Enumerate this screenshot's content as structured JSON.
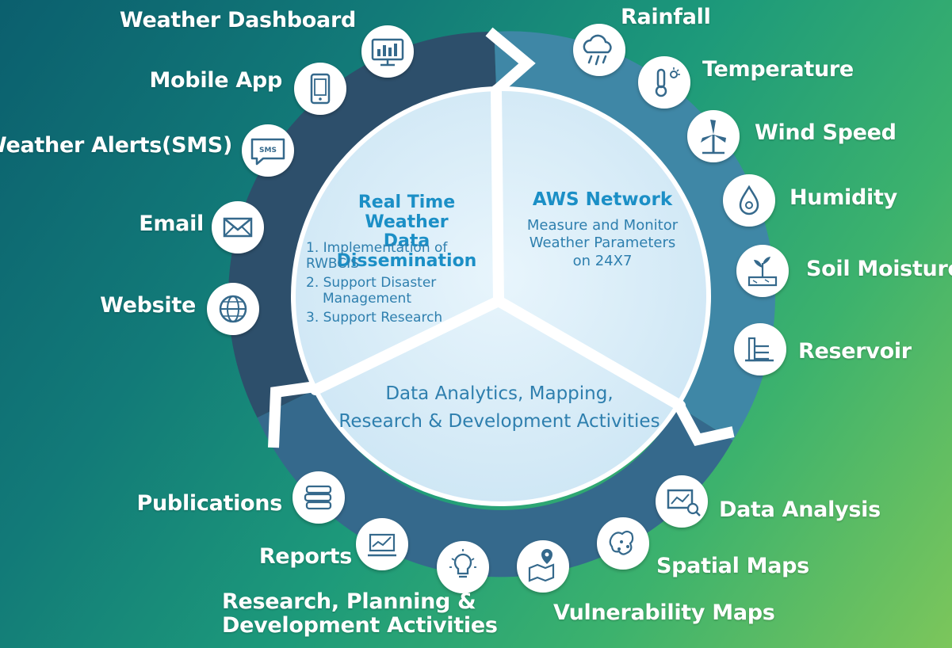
{
  "center": {
    "dissemination": {
      "title_line1": "Real Time Weather",
      "title_line2": "Data Dissemination",
      "items": [
        "1. Implementation of RWBCIS",
        "2. Support Disaster",
        "Management",
        "3. Support Research"
      ]
    },
    "aws": {
      "title": "AWS Network",
      "line1": "Measure and Monitor",
      "line2": "Weather Parameters",
      "line3": "on 24X7"
    },
    "analytics": {
      "line1": "Data Analytics, Mapping,",
      "line2": "Research & Development Activities"
    }
  },
  "dissemination_channels": [
    {
      "label": "Weather Dashboard",
      "icon": "dashboard-monitor-icon"
    },
    {
      "label": "Mobile App",
      "icon": "mobile-phone-icon"
    },
    {
      "label": "Weather Alerts(SMS)",
      "icon": "sms-chat-bubble-icon"
    },
    {
      "label": "Email",
      "icon": "envelope-icon"
    },
    {
      "label": "Website",
      "icon": "globe-icon"
    }
  ],
  "aws_parameters": [
    {
      "label": "Rainfall",
      "icon": "rain-cloud-icon"
    },
    {
      "label": "Temperature",
      "icon": "thermometer-sun-icon"
    },
    {
      "label": "Wind Speed",
      "icon": "wind-turbine-icon"
    },
    {
      "label": "Humidity",
      "icon": "water-drop-icon"
    },
    {
      "label": "Soil Moisture",
      "icon": "soil-plant-icon"
    },
    {
      "label": "Reservoir",
      "icon": "dam-reservoir-icon"
    }
  ],
  "analytics_outputs": [
    {
      "label": "Data Analysis",
      "icon": "analysis-screen-icon"
    },
    {
      "label": "Spatial Maps",
      "icon": "spatial-map-icon"
    },
    {
      "label": "Vulnerability Maps",
      "icon": "vulnerability-map-pin-icon"
    },
    {
      "label": "Research, Planning &",
      "label2": "Development Activities",
      "icon": "lightbulb-idea-icon"
    },
    {
      "label": "Reports",
      "icon": "report-chart-icon"
    },
    {
      "label": "Publications",
      "icon": "stacked-books-icon"
    }
  ],
  "colors": {
    "ring_dissemination": "#2d4f6b",
    "ring_aws": "#3f87a6",
    "ring_analytics": "#35698c",
    "center_fill": "#d6ecf8",
    "icon_circle": "#ffffff",
    "icon_stroke": "#35698c",
    "heading_blue": "#1b8fc6"
  }
}
